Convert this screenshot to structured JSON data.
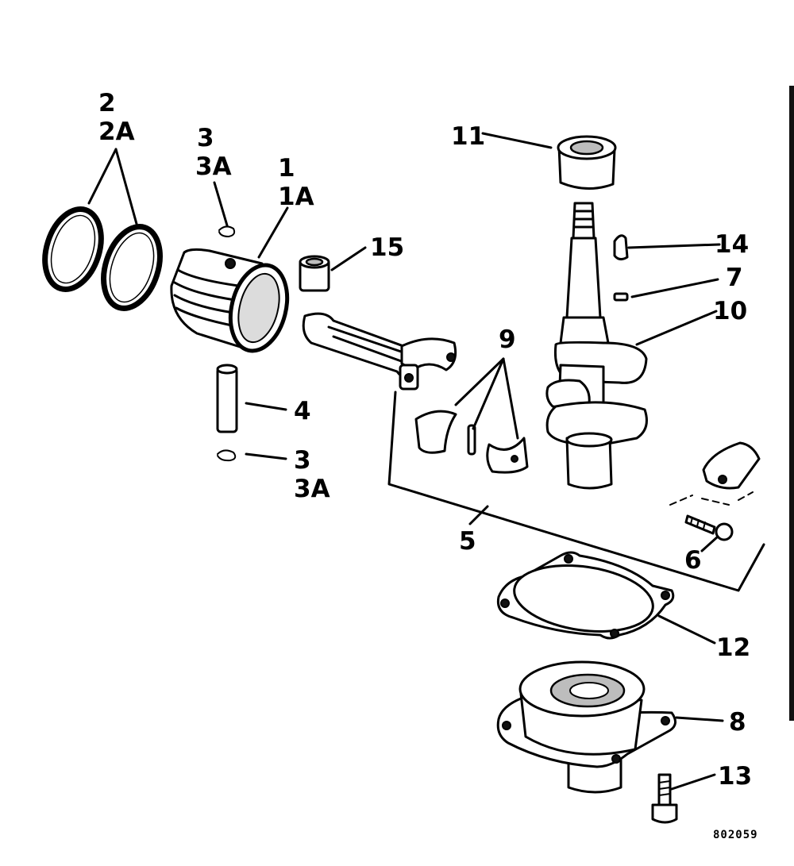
{
  "figure_code": "802059",
  "callouts": {
    "c1a": "1",
    "c1b": "1A",
    "c2a": "2",
    "c2b": "2A",
    "c3_top_a": "3",
    "c3_top_b": "3A",
    "c3_bot_a": "3",
    "c3_bot_b": "3A",
    "c4": "4",
    "c5": "5",
    "c6": "6",
    "c7": "7",
    "c8": "8",
    "c9": "9",
    "c10": "10",
    "c11": "11",
    "c12": "12",
    "c13": "13",
    "c14": "14",
    "c15": "15"
  }
}
